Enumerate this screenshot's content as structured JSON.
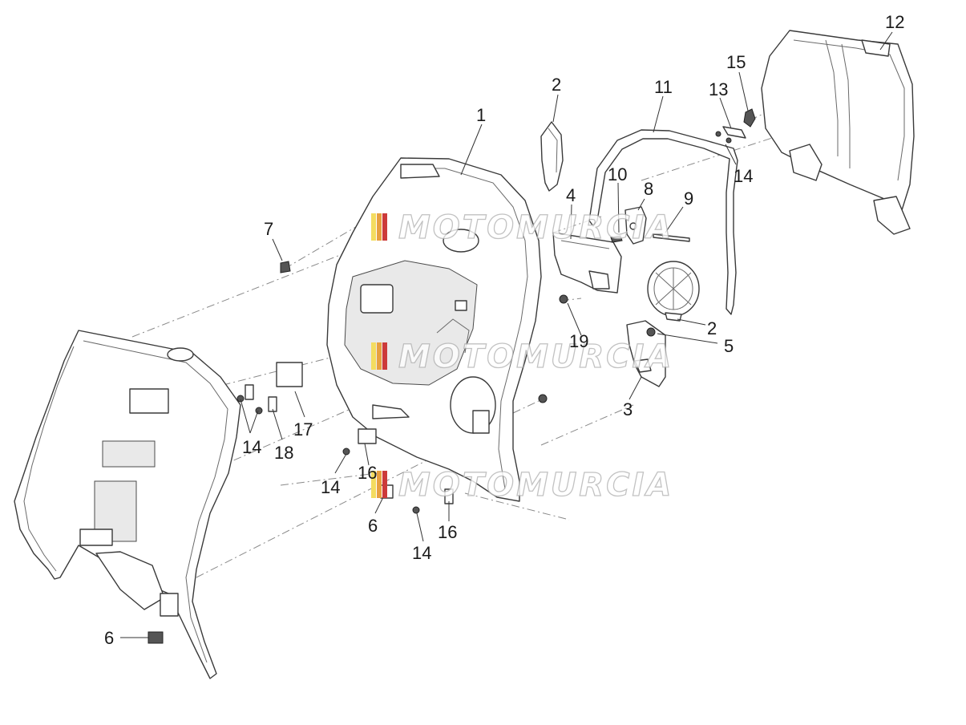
{
  "diagram": {
    "callouts": [
      {
        "id": "c1",
        "text": "1"
      },
      {
        "id": "c2a",
        "text": "2"
      },
      {
        "id": "c2b",
        "text": "2"
      },
      {
        "id": "c3",
        "text": "3"
      },
      {
        "id": "c4",
        "text": "4"
      },
      {
        "id": "c5",
        "text": "5"
      },
      {
        "id": "c6a",
        "text": "6"
      },
      {
        "id": "c6b",
        "text": "6"
      },
      {
        "id": "c7",
        "text": "7"
      },
      {
        "id": "c8",
        "text": "8"
      },
      {
        "id": "c9",
        "text": "9"
      },
      {
        "id": "c10",
        "text": "10"
      },
      {
        "id": "c11",
        "text": "11"
      },
      {
        "id": "c12",
        "text": "12"
      },
      {
        "id": "c13",
        "text": "13"
      },
      {
        "id": "c14a",
        "text": "14"
      },
      {
        "id": "c14b",
        "text": "14"
      },
      {
        "id": "c14c",
        "text": "14"
      },
      {
        "id": "c14d",
        "text": "14"
      },
      {
        "id": "c15",
        "text": "15"
      },
      {
        "id": "c16a",
        "text": "16"
      },
      {
        "id": "c16b",
        "text": "16"
      },
      {
        "id": "c17",
        "text": "17"
      },
      {
        "id": "c18",
        "text": "18"
      },
      {
        "id": "c19",
        "text": "19"
      }
    ],
    "watermark": "MOTOMURCIA"
  }
}
